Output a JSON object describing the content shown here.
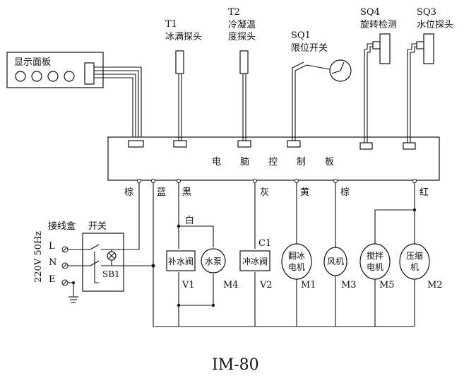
{
  "title": "IM-80",
  "display_panel": {
    "label": "显示面板"
  },
  "board": {
    "label": [
      "电",
      "脑",
      "控",
      "制",
      "板"
    ]
  },
  "sensors": {
    "t1": {
      "code": "T1",
      "name": "冰满探头"
    },
    "t2": {
      "code": "T2",
      "name_line1": "冷凝温",
      "name_line2": "度探头"
    },
    "sq1": {
      "code": "SQ1",
      "name": "限位开关"
    },
    "sq4": {
      "code": "SQ4",
      "name": "旋转检测"
    },
    "sq3": {
      "code": "SQ3",
      "name": "水位探头"
    }
  },
  "wire_colors": {
    "brown1": "棕",
    "blue": "蓝",
    "black": "黑",
    "gray": "灰",
    "yellow": "黄",
    "brown2": "棕",
    "red": "红",
    "white": "白"
  },
  "power": {
    "junction_box": "接线盒",
    "switch": "开关",
    "voltage": "220V 50Hz",
    "L": "L",
    "N": "N",
    "E": "E",
    "sb1": "SB1"
  },
  "loads": {
    "v1": {
      "label": "补水阀",
      "code": "V1"
    },
    "m4": {
      "label": "水泵",
      "code": "M4"
    },
    "c1": {
      "code": "C1"
    },
    "v2": {
      "label": "冲冰阀",
      "code": "V2"
    },
    "m1": {
      "label_line1": "翻冰",
      "label_line2": "电机",
      "code": "M1"
    },
    "m3": {
      "label": "风机",
      "code": "M3"
    },
    "m5": {
      "label_line1": "搅拌",
      "label_line2": "电机",
      "code": "M5"
    },
    "m2": {
      "label_line1": "压缩",
      "label_line2": "机",
      "code": "M2"
    }
  }
}
